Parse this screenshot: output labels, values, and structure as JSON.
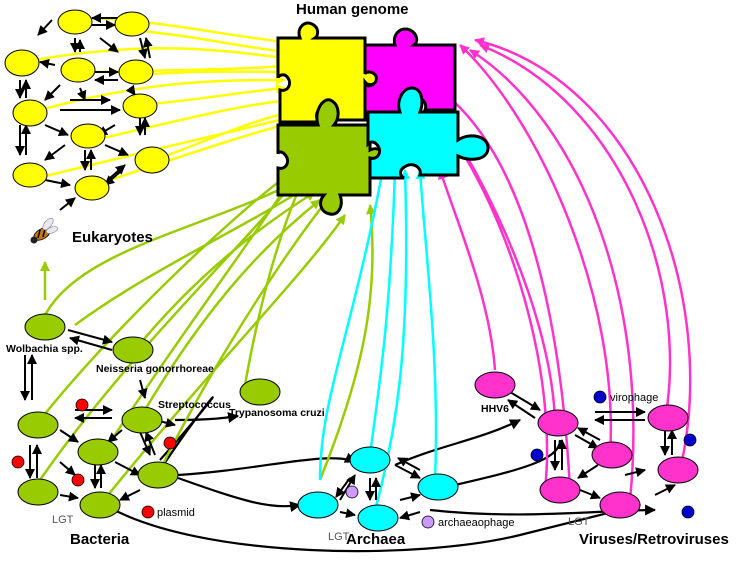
{
  "title": "Human genome",
  "groups": {
    "eukaryotes": "Eukaryotes",
    "bacteria": "Bacteria",
    "archaea": "Archaea",
    "viruses": "Viruses/Retroviruses"
  },
  "organism_labels": {
    "wolbachia": "Wolbachia spp.",
    "neisseria": "Neisseria gonorrhoreae",
    "streptococcus": "Streptococcus",
    "trypanosoma": "Trypanosoma cruzi",
    "hhv6": "HHV6"
  },
  "annotations": {
    "plasmid": "plasmid",
    "archaeophage": "archaeaophage",
    "virophage": "virophage",
    "lgt_bacteria": "LGT",
    "lgt_archaea": "LGT",
    "lgt_viruses": "LGT"
  },
  "colors": {
    "eukaryote": "#ffff00",
    "bacteria": "#99cc00",
    "archaea": "#00ffff",
    "virus": "#ff33cc",
    "plasmid": "#ff0000",
    "archaeophage": "#cc99ff",
    "virophage": "#0000cc",
    "hgt_link": "#000000"
  }
}
